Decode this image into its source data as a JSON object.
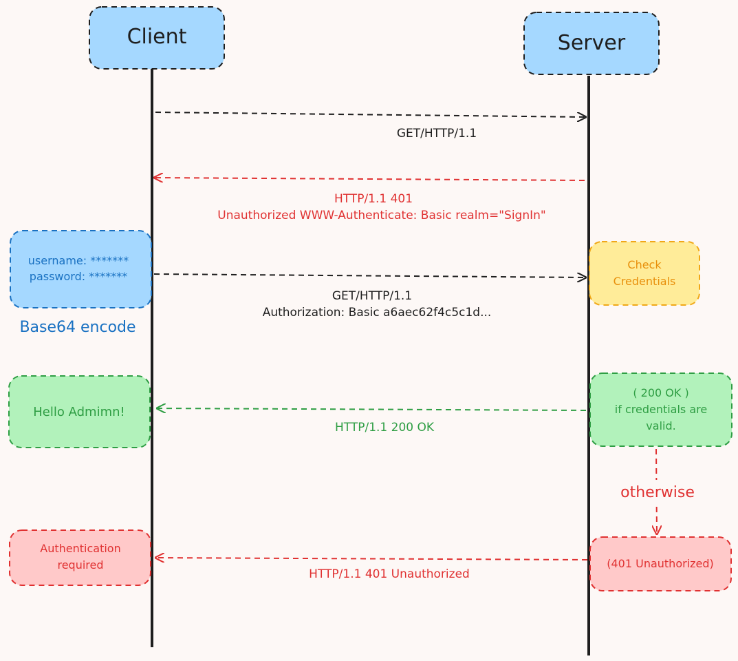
{
  "participants": {
    "client": "Client",
    "server": "Server"
  },
  "messages": {
    "request_1": "GET/HTTP/1.1",
    "challenge_line_1": "HTTP/1.1 401",
    "challenge_line_2": "Unauthorized WWW-Authenticate: Basic realm=\"SignIn\"",
    "request_2_line_1": "GET/HTTP/1.1",
    "request_2_line_2": "Authorization: Basic a6aec62f4c5c1d...",
    "ok_response": "HTTP/1.1 200 OK",
    "unauthorized_response": "HTTP/1.1 401 Unauthorized"
  },
  "notes": {
    "credentials_line_1": "username: *******",
    "credentials_line_2": "password: *******",
    "base64_label": "Base64 encode",
    "check_line_1": "Check",
    "check_line_2": "Credentials",
    "hello": "Hello Admimn!",
    "ok_line_1": "( 200 OK )",
    "ok_line_2": "if credentials are",
    "ok_line_3": "valid.",
    "otherwise": "otherwise",
    "auth_line_1": "Authentication",
    "auth_line_2": "required",
    "unauthorized_box": "(401 Unauthorized)"
  },
  "colors": {
    "background": "#fdf8f6",
    "ink": "#1e1e1e",
    "blue_fill": "#a5d8ff",
    "blue_text": "#1971c2",
    "yellow_fill": "#ffec99",
    "yellow_stroke": "#f0a818",
    "yellow_text": "#e8900c",
    "green_fill": "#b2f2bb",
    "green_stroke": "#2f9e44",
    "red_fill": "#ffc9c9",
    "red_stroke": "#e03131"
  }
}
